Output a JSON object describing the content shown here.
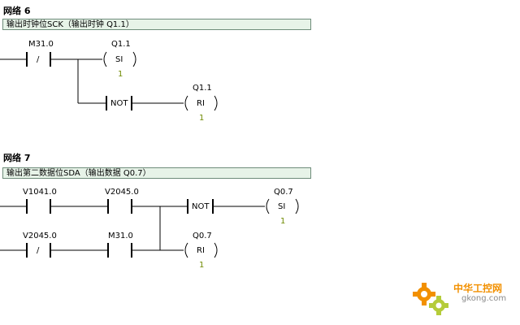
{
  "networks": [
    {
      "title": "网络 6",
      "comment": "输出时钟位SCK（输出时钟 Q1.1）",
      "contacts": [
        {
          "address": "M31.0",
          "symbol": "/"
        }
      ],
      "coils": [
        {
          "address": "Q1.1",
          "symbol": "SI",
          "count": "1"
        },
        {
          "address": "Q1.1",
          "symbol": "RI",
          "count": "1"
        }
      ],
      "not_label": "NOT"
    },
    {
      "title": "网络 7",
      "comment": "输出第二数据位SDA（输出数据 Q0.7）",
      "contacts": [
        {
          "address": "V1041.0",
          "symbol": ""
        },
        {
          "address": "V2045.0",
          "symbol": ""
        },
        {
          "address": "V2045.0",
          "symbol": "/"
        },
        {
          "address": "M31.0",
          "symbol": ""
        }
      ],
      "coils": [
        {
          "address": "Q0.7",
          "symbol": "SI",
          "count": "1"
        },
        {
          "address": "Q0.7",
          "symbol": "RI",
          "count": "1"
        }
      ],
      "not_label": "NOT"
    }
  ],
  "watermark": {
    "name": "中华工控网",
    "domain": "gkong.com",
    "icon": "gear-icon"
  },
  "colors": {
    "comment_bg": "#e7f3e8",
    "comment_border": "#6e8c7a",
    "count_text": "#6f8a00",
    "watermark_orange": "#f29000"
  }
}
